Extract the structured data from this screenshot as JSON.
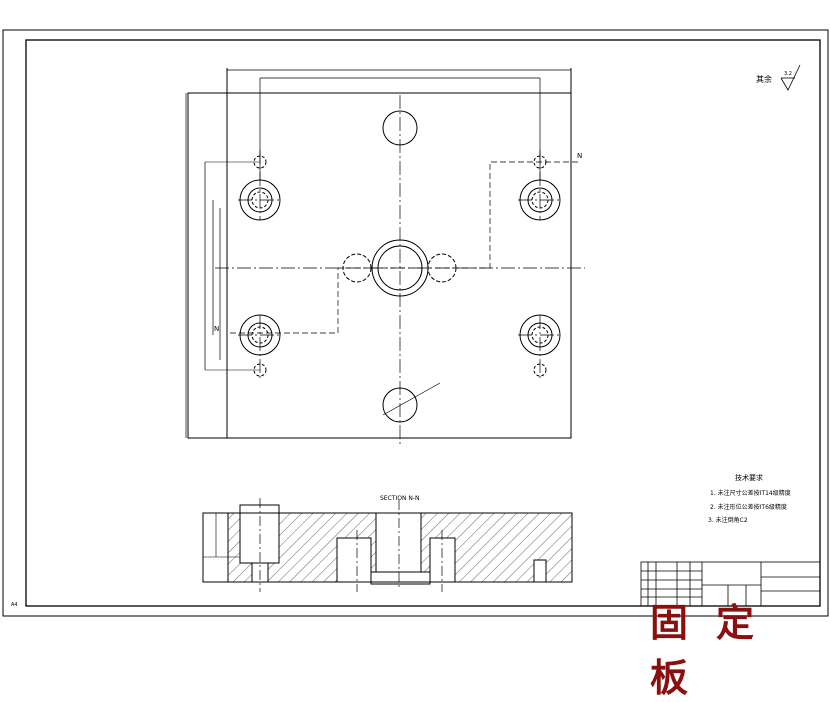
{
  "drawing": {
    "section_label": "SECTION N-N",
    "section_marker": "N",
    "roughness_note": "其余",
    "roughness_value": "3.2",
    "tech_requirements": {
      "title": "技术要求",
      "items": [
        "1. 未注尺寸公差按IT14级精度",
        "2. 未注形位公差按IT6级精度",
        "3. 未注倒角C2"
      ]
    },
    "sheet_size": "A4",
    "watermark_title": "固定板"
  }
}
